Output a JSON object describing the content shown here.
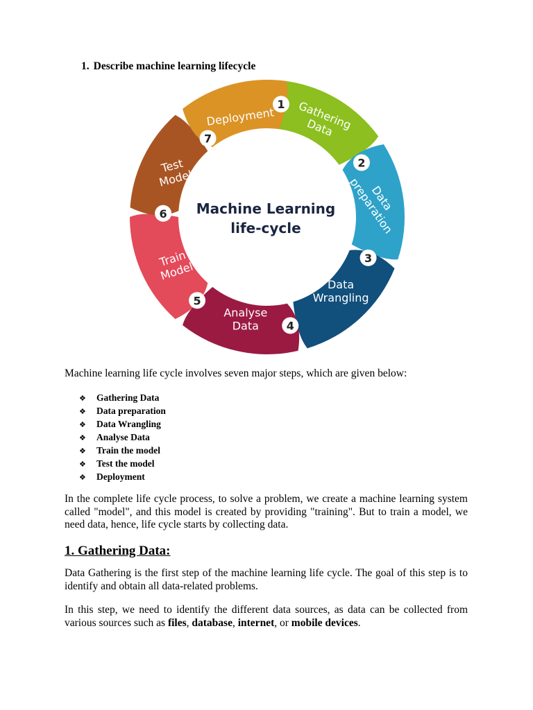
{
  "question": {
    "number": "1.",
    "title": "Describe machine learning lifecycle"
  },
  "diagram": {
    "center_line1": "Machine Learning",
    "center_line2": "life-cycle",
    "segments": [
      {
        "number": "1",
        "line1": "Gathering",
        "line2": "Data",
        "color": "#8cbf1f"
      },
      {
        "number": "2",
        "line1": "Data",
        "line2": "preparation",
        "color": "#2ea2c9"
      },
      {
        "number": "3",
        "line1": "Data",
        "line2": "Wrangling",
        "color": "#114f7c"
      },
      {
        "number": "4",
        "line1": "Analyse",
        "line2": "Data",
        "color": "#9b1a42"
      },
      {
        "number": "5",
        "line1": "Train",
        "line2": "Model",
        "color": "#e34a5a"
      },
      {
        "number": "6",
        "line1": "Test",
        "line2": "Model",
        "color": "#a95523"
      },
      {
        "number": "7",
        "line1": "Deployment",
        "line2": "",
        "color": "#db9326"
      }
    ]
  },
  "intro": "Machine learning life cycle involves seven major steps, which are given below:",
  "steps": [
    "Gathering Data",
    "Data preparation",
    "Data Wrangling",
    "Analyse Data",
    "Train the model",
    "Test the model",
    "Deployment"
  ],
  "bullet_symbol": "❖",
  "para1": "In the complete life cycle process, to solve a problem, we create a machine learning system called \"model\", and this model is created by providing \"training\". But to train a model, we need data, hence, life cycle starts by collecting data.",
  "section1": {
    "heading": "1. Gathering Data:",
    "para1": "Data Gathering is the first step of the machine learning life cycle. The goal of this step is to identify and obtain all data-related problems.",
    "para2_prefix": "In this step, we need to identify the different data sources, as data can be collected from various sources such as ",
    "source1": "files",
    "sep1": ", ",
    "source2": "database",
    "sep2": ", ",
    "source3": "internet",
    "sep3": ", or ",
    "source4": "mobile devices",
    "para2_suffix": "."
  }
}
